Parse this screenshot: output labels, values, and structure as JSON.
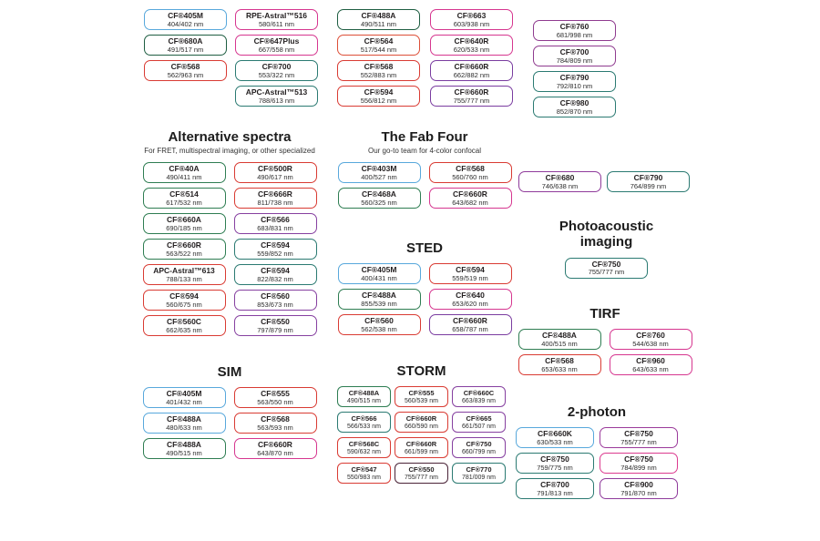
{
  "top_groups": [
    {
      "badges": [
        {
          "name": "CF®405M",
          "ex_em": "404/402 nm",
          "color": "#58a8dc"
        },
        {
          "name": "CF®680A",
          "ex_em": "491/517 nm",
          "color": "#1f5e42"
        },
        {
          "name": "CF®568",
          "ex_em": "562/963 nm",
          "color": "#d93b33"
        }
      ]
    },
    {
      "badges": [
        {
          "name": "RPE-Astral™516",
          "ex_em": "580/611 nm",
          "color": "#d6368f"
        },
        {
          "name": "CF®647Plus",
          "ex_em": "667/558 nm",
          "color": "#d6368f"
        },
        {
          "name": "CF®700",
          "ex_em": "553/322 nm",
          "color": "#2b7a72"
        },
        {
          "name": "APC-Astral™513",
          "ex_em": "788/613 nm",
          "color": "#2b7a72"
        }
      ]
    },
    {
      "badges": [
        {
          "name": "CF®488A",
          "ex_em": "490/511 nm",
          "color": "#1f5e42"
        },
        {
          "name": "CF®564",
          "ex_em": "517/544 nm",
          "color": "#dd4f38"
        },
        {
          "name": "CF®568",
          "ex_em": "552/883 nm",
          "color": "#d93b33"
        },
        {
          "name": "CF®594",
          "ex_em": "556/812 nm",
          "color": "#d93b33"
        }
      ]
    },
    {
      "badges": [
        {
          "name": "CF®663",
          "ex_em": "603/938 nm",
          "color": "#d6368f"
        },
        {
          "name": "CF®640R",
          "ex_em": "620/533 nm",
          "color": "#d6368f"
        },
        {
          "name": "CF®660R",
          "ex_em": "662/882 nm",
          "color": "#7a3da0"
        },
        {
          "name": "CF®660R",
          "ex_em": "755/777 nm",
          "color": "#7a3da0"
        }
      ]
    },
    {
      "badges": [
        {
          "name": "CF®760",
          "ex_em": "681/998 nm",
          "color": "#8f3b8f"
        },
        {
          "name": "CF®700",
          "ex_em": "784/809 nm",
          "color": "#8f3b8f"
        },
        {
          "name": "CF®790",
          "ex_em": "792/810 nm",
          "color": "#2b7a72"
        },
        {
          "name": "CF®980",
          "ex_em": "852/870 nm",
          "color": "#2b7a72"
        }
      ]
    }
  ],
  "sections": {
    "alt": {
      "title": "Alternative spectra",
      "subtitle": "For FRET, multispectral imaging, or other specialized",
      "badges": [
        {
          "name": "CF®40A",
          "ex_em": "490/411 nm",
          "color": "#2e7d52"
        },
        {
          "name": "CF®514",
          "ex_em": "617/532 nm",
          "color": "#2e7d52"
        },
        {
          "name": "CF®660A",
          "ex_em": "690/185 nm",
          "color": "#2e7d52"
        },
        {
          "name": "CF®660R",
          "ex_em": "563/522 nm",
          "color": "#2e7d52"
        },
        {
          "name": "APC-Astral™613",
          "ex_em": "788/133 nm",
          "color": "#d93b33"
        },
        {
          "name": "CF®594",
          "ex_em": "560/675 nm",
          "color": "#d93b33"
        },
        {
          "name": "CF®560C",
          "ex_em": "662/635 nm",
          "color": "#d93b33"
        },
        {
          "name": "CF®500R",
          "ex_em": "490/617 nm",
          "color": "#d93b33"
        },
        {
          "name": "CF®666R",
          "ex_em": "811/738 nm",
          "color": "#d93b33"
        },
        {
          "name": "CF®566",
          "ex_em": "683/831 nm",
          "color": "#8640a0"
        },
        {
          "name": "CF®594",
          "ex_em": "559/852 nm",
          "color": "#2b7a72"
        },
        {
          "name": "CF®594",
          "ex_em": "822/832 nm",
          "color": "#2b7a72"
        },
        {
          "name": "CF®560",
          "ex_em": "853/673 nm",
          "color": "#8640a0"
        },
        {
          "name": "CF®550",
          "ex_em": "797/879 nm",
          "color": "#8640a0"
        }
      ]
    },
    "fab": {
      "title": "The Fab Four",
      "subtitle": "Our go-to team for 4-color confocal",
      "badges": [
        {
          "name": "CF®403M",
          "ex_em": "400/527 nm",
          "color": "#58a8dc"
        },
        {
          "name": "CF®468A",
          "ex_em": "560/325 nm",
          "color": "#2e7d52"
        },
        {
          "name": "CF®568",
          "ex_em": "560/760 nm",
          "color": "#d93b33"
        },
        {
          "name": "CF®660R",
          "ex_em": "643/682 nm",
          "color": "#d6368f"
        }
      ]
    },
    "sted": {
      "title": "STED",
      "badges": [
        {
          "name": "CF®405M",
          "ex_em": "400/431 nm",
          "color": "#58a8dc"
        },
        {
          "name": "CF®488A",
          "ex_em": "855/539 nm",
          "color": "#2e7d52"
        },
        {
          "name": "CF®560",
          "ex_em": "562/538 nm",
          "color": "#d93b33"
        },
        {
          "name": "CF®594",
          "ex_em": "559/519 nm",
          "color": "#d93b33"
        },
        {
          "name": "CF®640",
          "ex_em": "653/620 nm",
          "color": "#d6368f"
        },
        {
          "name": "CF®660R",
          "ex_em": "658/787 nm",
          "color": "#7a3da0"
        }
      ]
    },
    "right_pair": {
      "badges": [
        {
          "name": "CF®680",
          "ex_em": "746/638 nm",
          "color": "#8f3b9b"
        },
        {
          "name": "CF®790",
          "ex_em": "764/899 nm",
          "color": "#2b7a72"
        }
      ]
    },
    "photoacoustic": {
      "title": "Photoacoustic imaging",
      "badges": [
        {
          "name": "CF®750",
          "ex_em": "755/777 nm",
          "color": "#2b7a72"
        }
      ]
    },
    "tirf": {
      "title": "TIRF",
      "badges": [
        {
          "name": "CF®488A",
          "ex_em": "400/515 nm",
          "color": "#2e7d52"
        },
        {
          "name": "CF®568",
          "ex_em": "653/633 nm",
          "color": "#d93b33"
        },
        {
          "name": "CF®760",
          "ex_em": "544/638 nm",
          "color": "#d6368f"
        },
        {
          "name": "CF®960",
          "ex_em": "643/633 nm",
          "color": "#d6368f"
        }
      ]
    },
    "sim": {
      "title": "SIM",
      "badges": [
        {
          "name": "CF®405M",
          "ex_em": "401/432 nm",
          "color": "#58a8dc"
        },
        {
          "name": "CF®488A",
          "ex_em": "480/633 nm",
          "color": "#58a8dc"
        },
        {
          "name": "CF®488A",
          "ex_em": "490/515 nm",
          "color": "#2e7d52"
        },
        {
          "name": "CF®555",
          "ex_em": "563/550 nm",
          "color": "#d93b33"
        },
        {
          "name": "CF®568",
          "ex_em": "563/593 nm",
          "color": "#d93b33"
        },
        {
          "name": "CF®660R",
          "ex_em": "643/870 nm",
          "color": "#d6368f"
        }
      ]
    },
    "storm": {
      "title": "STORM",
      "badges": [
        {
          "name": "CF®488A",
          "ex_em": "490/515 nm",
          "color": "#2e7d52"
        },
        {
          "name": "CF®566",
          "ex_em": "566/533 nm",
          "color": "#2b7a72"
        },
        {
          "name": "CF®568C",
          "ex_em": "590/632 nm",
          "color": "#d93b33"
        },
        {
          "name": "CF®547",
          "ex_em": "550/983 nm",
          "color": "#d93b33"
        },
        {
          "name": "CF®555",
          "ex_em": "560/539 nm",
          "color": "#d93b33"
        },
        {
          "name": "CF®660R",
          "ex_em": "660/590 nm",
          "color": "#d93b33"
        },
        {
          "name": "CF®660R",
          "ex_em": "661/599 nm",
          "color": "#d93b33"
        },
        {
          "name": "CF®550",
          "ex_em": "755/777 nm",
          "color": "#4b2438"
        },
        {
          "name": "CF®660C",
          "ex_em": "663/839 nm",
          "color": "#8640a0"
        },
        {
          "name": "CF®665",
          "ex_em": "661/507 nm",
          "color": "#8640a0"
        },
        {
          "name": "CF®750",
          "ex_em": "660/799 nm",
          "color": "#8640a0"
        },
        {
          "name": "CF®770",
          "ex_em": "781/009 nm",
          "color": "#2b7a72"
        }
      ]
    },
    "twophoton": {
      "title": "2-photon",
      "badges": [
        {
          "name": "CF®660K",
          "ex_em": "630/533 nm",
          "color": "#58a8dc"
        },
        {
          "name": "CF®750",
          "ex_em": "759/775 nm",
          "color": "#2b7a72"
        },
        {
          "name": "CF®700",
          "ex_em": "791/813 nm",
          "color": "#2b7a72"
        },
        {
          "name": "CF®750",
          "ex_em": "755/777 nm",
          "color": "#9b3b9b"
        },
        {
          "name": "CF®750",
          "ex_em": "784/899 nm",
          "color": "#dc3b8f"
        },
        {
          "name": "CF®900",
          "ex_em": "791/870 nm",
          "color": "#8f3b9b"
        }
      ]
    }
  }
}
